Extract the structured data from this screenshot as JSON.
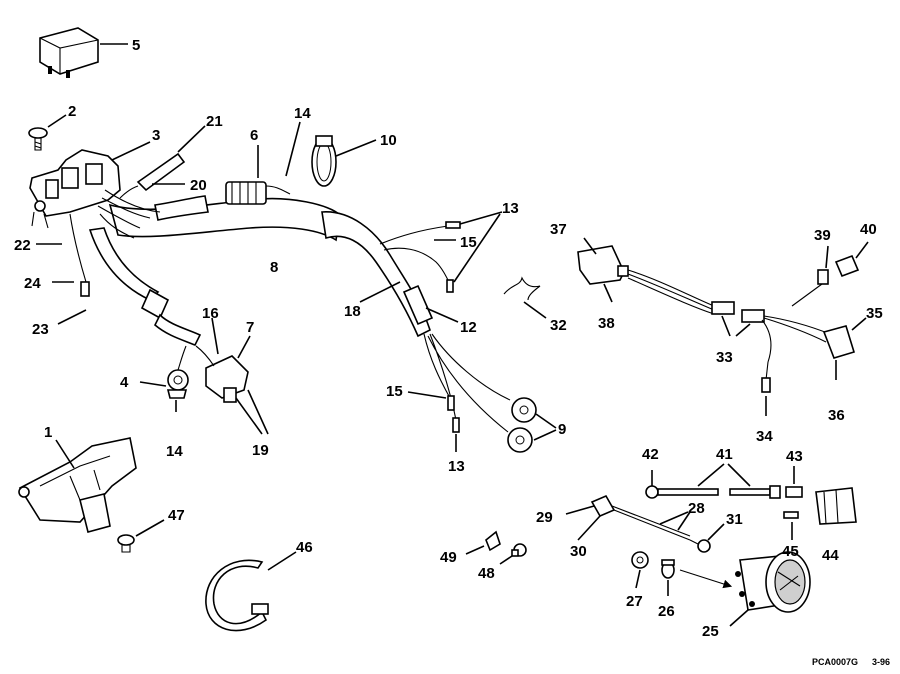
{
  "callouts": [
    "1",
    "3",
    "4",
    "5",
    "6",
    "7",
    "8",
    "9",
    "10",
    "12",
    "13",
    "13",
    "14",
    "14",
    "15",
    "15",
    "16",
    "18",
    "19",
    "20",
    "21",
    "22",
    "23",
    "24",
    "25",
    "26",
    "27",
    "28",
    "29",
    "30",
    "31",
    "32",
    "33",
    "34",
    "35",
    "36",
    "37",
    "38",
    "39",
    "40",
    "41",
    "42",
    "43",
    "44",
    "45",
    "46",
    "47",
    "48",
    "49",
    "2"
  ],
  "footer": {
    "ref_code": "PCA0007G",
    "ref_date": "3-96"
  }
}
